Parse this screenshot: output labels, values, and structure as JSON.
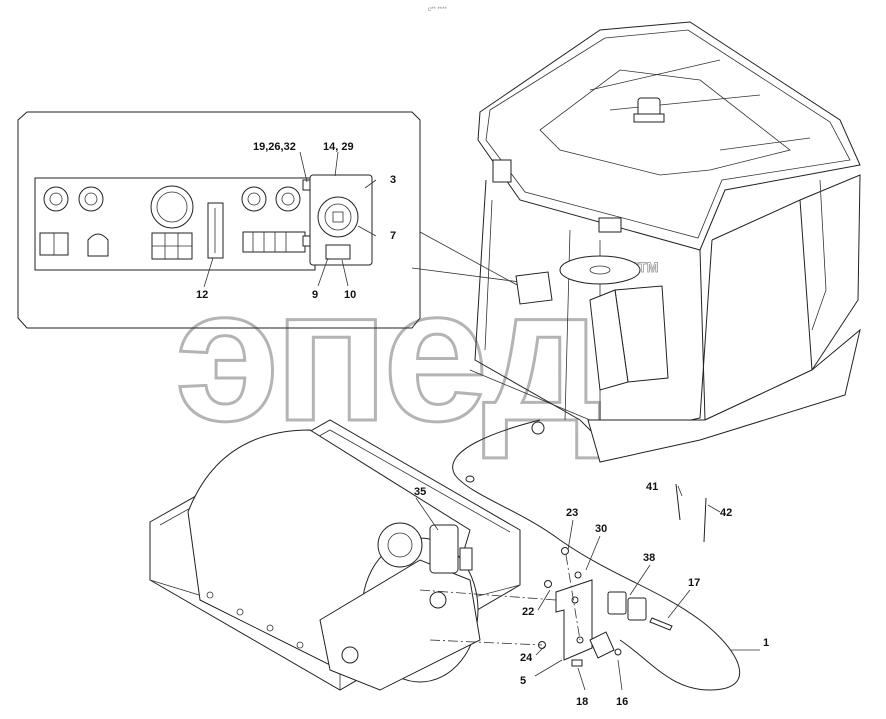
{
  "header": {
    "tag": "c** ****"
  },
  "watermark": {
    "brand_text": "эпед",
    "brand_suffix": "ЗТМ"
  },
  "callouts": {
    "c1": "1",
    "c3": "3",
    "c5": "5",
    "c7": "7",
    "c9": "9",
    "c10": "10",
    "c12": "12",
    "c14_29": "14, 29",
    "c16": "16",
    "c17": "17",
    "c18": "18",
    "c19_26_32": "19,26,32",
    "c22": "22",
    "c23": "23",
    "c24": "24",
    "c30": "30",
    "c35": "35",
    "c38": "38",
    "c41": "41",
    "c42": "42"
  }
}
